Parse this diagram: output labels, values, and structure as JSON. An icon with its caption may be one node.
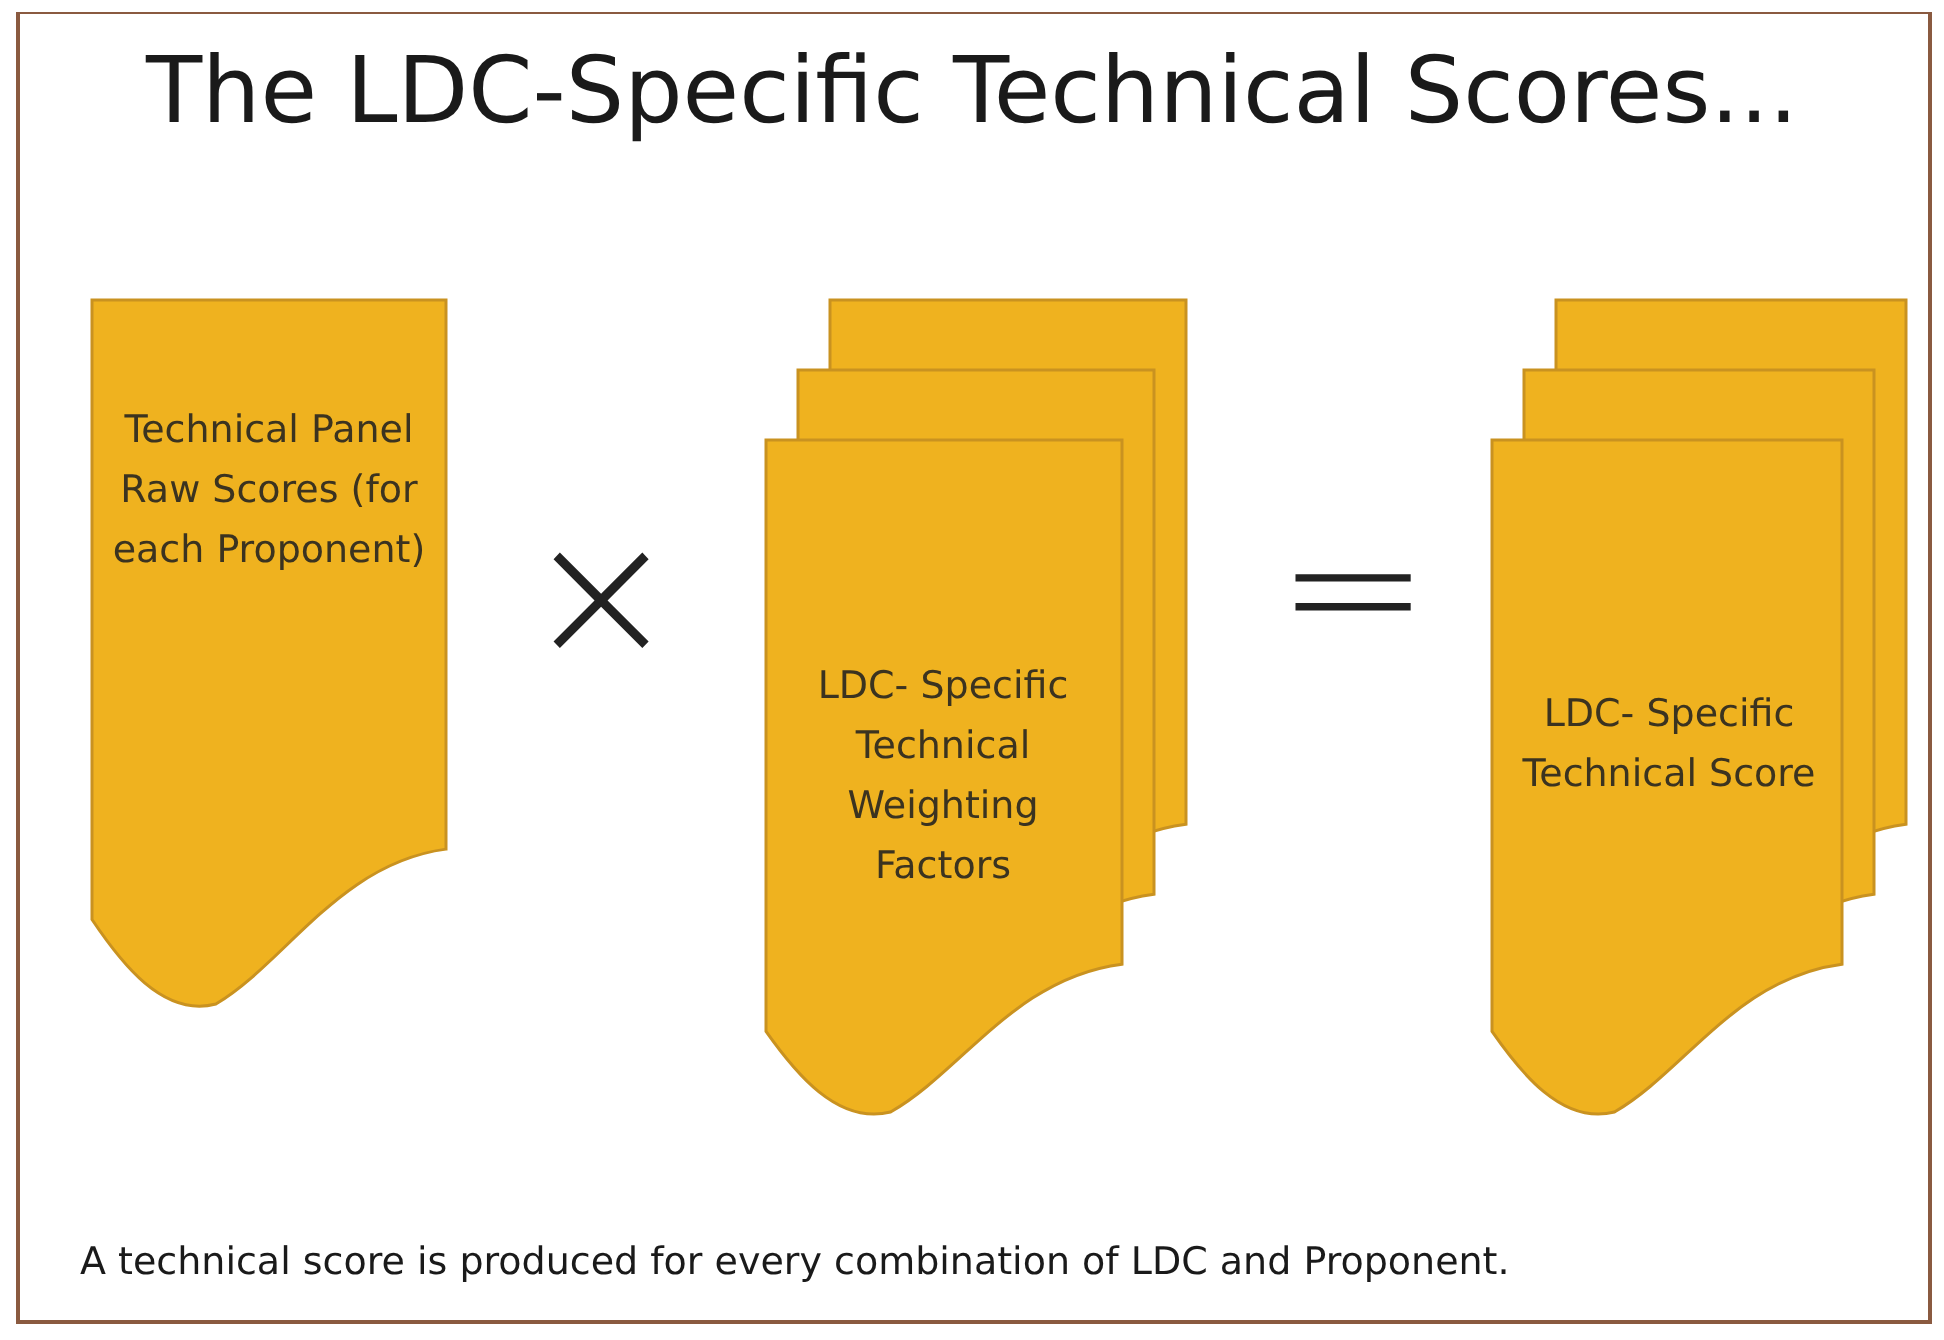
{
  "diagram": {
    "title": "The LDC-Specific Technical Scores...",
    "nodes": [
      {
        "text": [
          "Technical Panel Raw Scores (for each Proponent)"
        ]
      },
      {
        "text": [
          "LDC- Specific Technical Weighting Factors"
        ]
      },
      {
        "text": [
          "LDC- Specific Technical Score"
        ]
      }
    ],
    "labels": [
      "×",
      "=",
      "A technical score is produced for every combination of LDC and Proponent."
    ]
  }
}
